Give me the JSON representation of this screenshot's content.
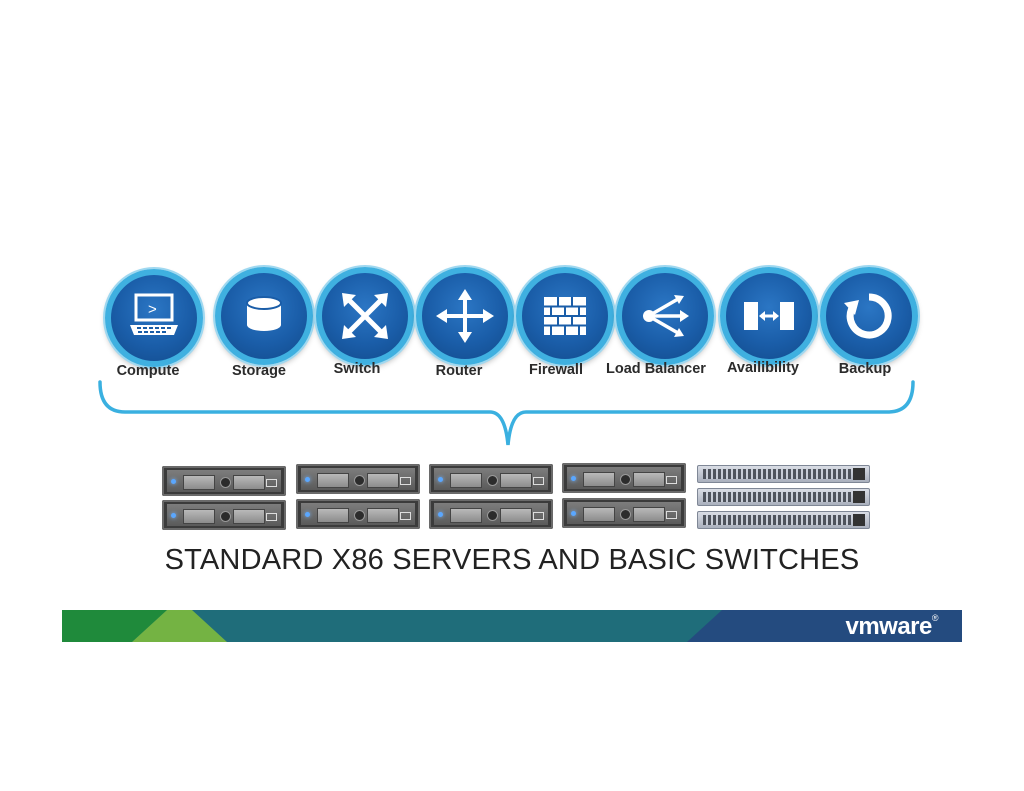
{
  "services": [
    {
      "label": "Compute",
      "icon": "laptop-icon"
    },
    {
      "label": "Storage",
      "icon": "database-icon"
    },
    {
      "label": "Switch",
      "icon": "switch-arrows-icon"
    },
    {
      "label": "Router",
      "icon": "router-arrows-icon"
    },
    {
      "label": "Firewall",
      "icon": "brick-wall-icon"
    },
    {
      "label": "Load Balancer",
      "icon": "share-arrows-icon"
    },
    {
      "label": "Availibility",
      "icon": "bidirectional-arrow-icon"
    },
    {
      "label": "Backup",
      "icon": "refresh-icon"
    }
  ],
  "caption": "STANDARD X86 SERVERS AND BASIC SWITCHES",
  "footer": {
    "logo_main": "vmware",
    "logo_mark": "®"
  },
  "colors": {
    "circle_fill": "#1a5da8",
    "circle_ring": "#3fb0e0",
    "brace": "#3ab0e0",
    "footer_green": "#1f8a3b",
    "footer_lightgreen": "#74b343",
    "footer_teal": "#1f6d7a",
    "footer_navy": "#244b7f"
  }
}
